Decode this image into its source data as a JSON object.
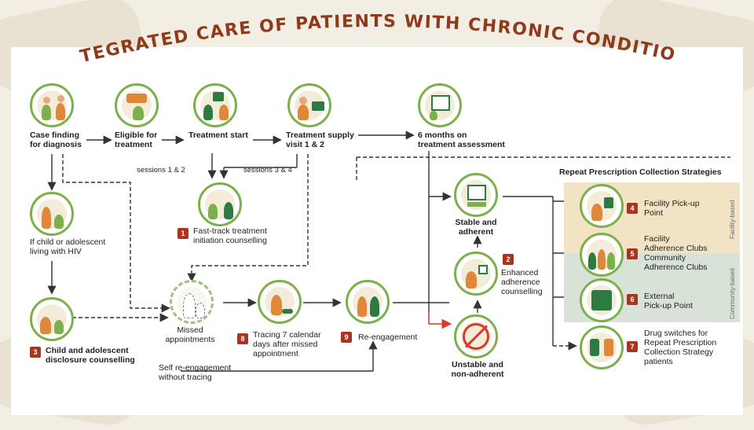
{
  "title": "INTEGRATED CARE OF PATIENTS WITH CHRONIC CONDITIONS",
  "colors": {
    "accent_green": "#7bb04a",
    "title_brown": "#8f3b1b",
    "badge_red": "#a8351e",
    "facility_band": "#f2e3c4",
    "community_band": "#d9e2d7",
    "arrow_red": "#d93a2b"
  },
  "top_flow": [
    {
      "label_line1": "Case finding",
      "label_line2": "for diagnosis",
      "icon": "clinic-consult-icon"
    },
    {
      "label_line1": "Eligible for",
      "label_line2": "treatment",
      "icon": "patient-records-icon"
    },
    {
      "label_line1": "Treatment start",
      "label_line2": "",
      "icon": "treatment-start-icon"
    },
    {
      "label_line1": "Treatment supply",
      "label_line2": "visit 1 & 2",
      "icon": "treatment-supply-icon"
    },
    {
      "label_line1": "6 months on",
      "label_line2": "treatment assessment",
      "icon": "calendar-icon"
    }
  ],
  "sessions": {
    "left": "sessions 1 & 2",
    "right": "sessions 3 & 4"
  },
  "fast_track": {
    "badge": "1",
    "line1": "Fast-track treatment",
    "line2": "initiation counselling"
  },
  "child_hiv": {
    "line1": "If child or adolescent",
    "line2": "living with HIV"
  },
  "disclosure": {
    "badge": "3",
    "line1": "Child and adolescent",
    "line2": "disclosure counselling"
  },
  "missed": {
    "line1": "Missed",
    "line2": "appointments"
  },
  "tracing": {
    "badge": "8",
    "line1": "Tracing 7 calendar",
    "line2": "days after missed",
    "line3": "appointment"
  },
  "reengagement": {
    "badge": "9",
    "label": "Re-engagement"
  },
  "self_reengagement": {
    "line1": "Self re-engagement",
    "line2": "without tracing"
  },
  "stable": {
    "line1": "Stable and",
    "line2": "adherent"
  },
  "enhanced": {
    "badge": "2",
    "line1": "Enhanced",
    "line2": "adherence",
    "line3": "counselling"
  },
  "unstable": {
    "line1": "Unstable and",
    "line2": "non-adherent"
  },
  "strategies": {
    "heading": "Repeat Prescription Collection Strategies",
    "facility_tab": "Facility-based",
    "community_tab": "Community-based",
    "items": [
      {
        "badge": "4",
        "line1": "Facility Pick-up",
        "line2": "Point",
        "line3": "",
        "line4": ""
      },
      {
        "badge": "5",
        "line1": "Facility",
        "line2": "Adherence Clubs",
        "line3": "Community",
        "line4": "Adherence Clubs"
      },
      {
        "badge": "6",
        "line1": "External",
        "line2": "Pick-up Point",
        "line3": "",
        "line4": ""
      },
      {
        "badge": "7",
        "line1": "Drug switches for",
        "line2": "Repeat Prescription",
        "line3": "Collection Strategy",
        "line4": "patients"
      }
    ]
  }
}
